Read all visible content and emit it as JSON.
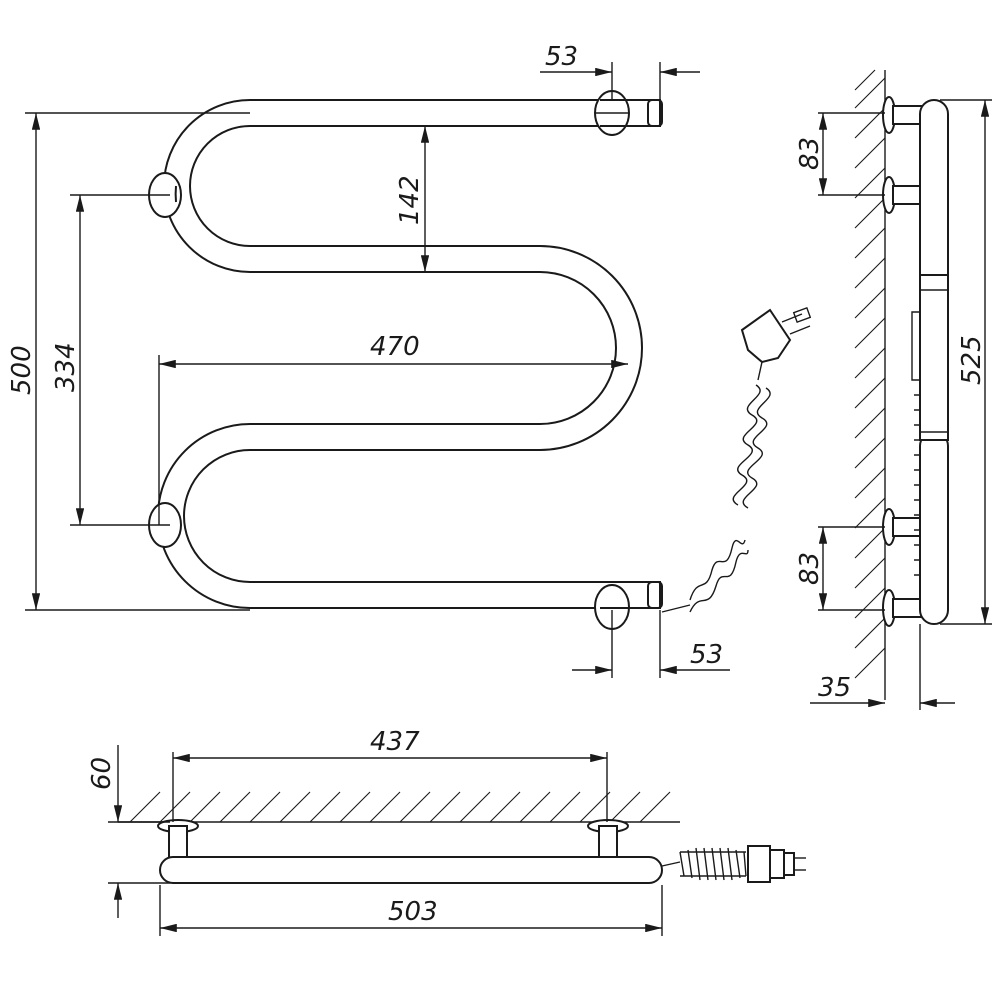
{
  "dimensions": {
    "top_offset": "53",
    "bottom_offset": "53",
    "overall_height": "500",
    "bracket_spacing": "334",
    "loop_gap": "142",
    "width": "470",
    "side_top_spacing": "83",
    "side_bottom_spacing": "83",
    "side_height": "525",
    "wall_depth": "35",
    "bracket_centers": "437",
    "total_width": "503",
    "mount_depth": "60"
  }
}
